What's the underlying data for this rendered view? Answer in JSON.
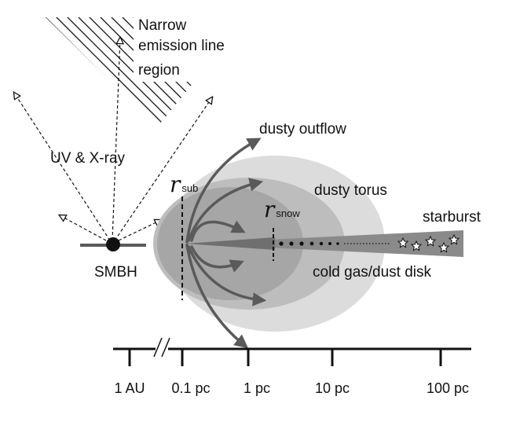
{
  "labels": {
    "nlr": [
      "Narrow",
      "emission line",
      "region"
    ],
    "uv_xray": "UV & X-ray",
    "smbh": "SMBH",
    "dusty_outflow": "dusty outflow",
    "dusty_torus": "dusty torus",
    "starburst": "starburst",
    "cold_disk": "cold gas/dust disk",
    "r_sub": {
      "symbol": "r",
      "subscript": "sub"
    },
    "r_snow": {
      "symbol": "r",
      "subscript": "snow"
    }
  },
  "scale_axis": {
    "ticks": [
      "1 AU",
      "0.1 pc",
      "1 pc",
      "10 pc",
      "100 pc"
    ],
    "break_mark": "//"
  },
  "colors": {
    "torus_outer": "#dcdcdc",
    "torus_mid": "#bdbdbd",
    "torus_inner": "#a6a6a6",
    "disk": "#8a8a8a",
    "arrow": "#5a5a5a",
    "ink": "#111111"
  }
}
